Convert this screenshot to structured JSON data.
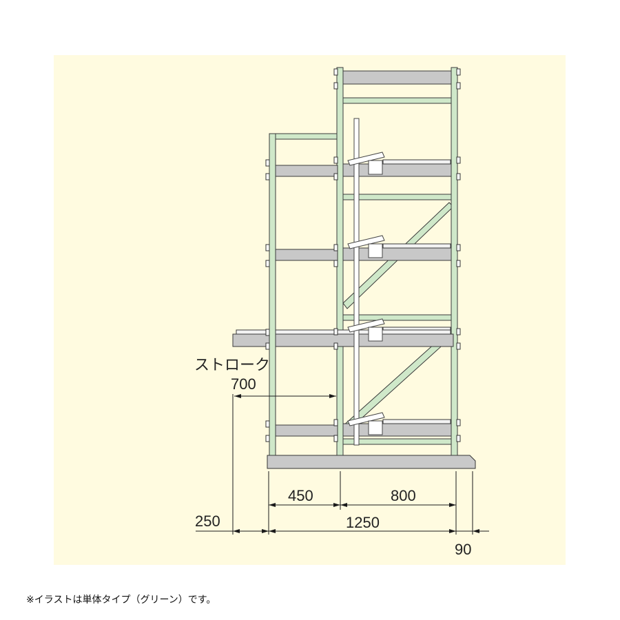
{
  "diagram": {
    "stroke_label": "ストローク",
    "dimensions": {
      "stroke": "700",
      "front_offset": "250",
      "front_span": "450",
      "rear_span": "800",
      "total_depth": "1250",
      "base_overhang": "90"
    }
  },
  "colors": {
    "background_panel": "#fffbe0",
    "frame_green": "#cfe8c9",
    "shelf_gray": "#c8c8c8"
  },
  "note": "※イラストは単体タイプ（グリーン）です。"
}
